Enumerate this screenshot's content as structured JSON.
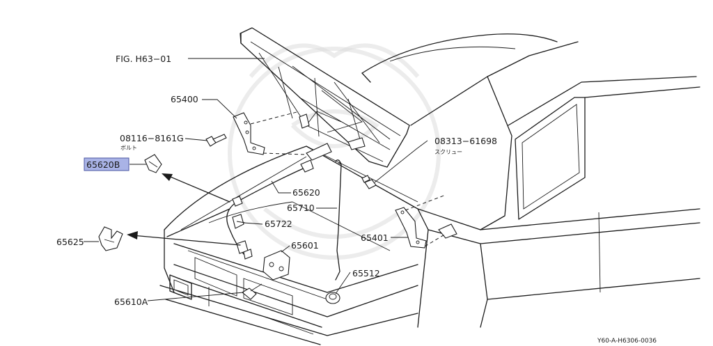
{
  "figure_label": "FIG. H63−01",
  "highlight_color": "#a9b3e6",
  "parts": {
    "p65400": "65400",
    "p08116": "08116−8161G",
    "p08116_sub": "ボルト",
    "p65620B": "65620B",
    "p08313": "08313−61698",
    "p08313_sub": "スクリュー",
    "p65620": "65620",
    "p65710": "65710",
    "p65722": "65722",
    "p65625": "65625",
    "p65601": "65601",
    "p65401": "65401",
    "p65512": "65512",
    "p65610A": "65610A"
  },
  "diagram_code": "Y60-A-H6306-0036"
}
